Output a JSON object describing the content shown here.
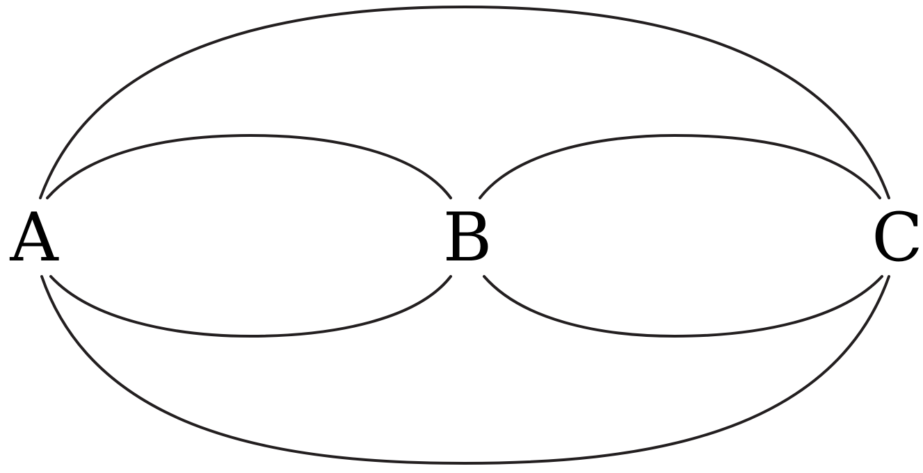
{
  "diagram": {
    "type": "multigraph",
    "nodes": [
      {
        "id": "A",
        "label": "A"
      },
      {
        "id": "B",
        "label": "B"
      },
      {
        "id": "C",
        "label": "C"
      }
    ],
    "edges": [
      {
        "from": "A",
        "to": "C",
        "side": "top"
      },
      {
        "from": "A",
        "to": "B",
        "side": "top"
      },
      {
        "from": "B",
        "to": "C",
        "side": "top"
      },
      {
        "from": "A",
        "to": "B",
        "side": "bottom"
      },
      {
        "from": "B",
        "to": "C",
        "side": "bottom"
      },
      {
        "from": "A",
        "to": "C",
        "side": "bottom"
      }
    ],
    "stroke_color": "#231f20",
    "label_color": "#000000"
  }
}
